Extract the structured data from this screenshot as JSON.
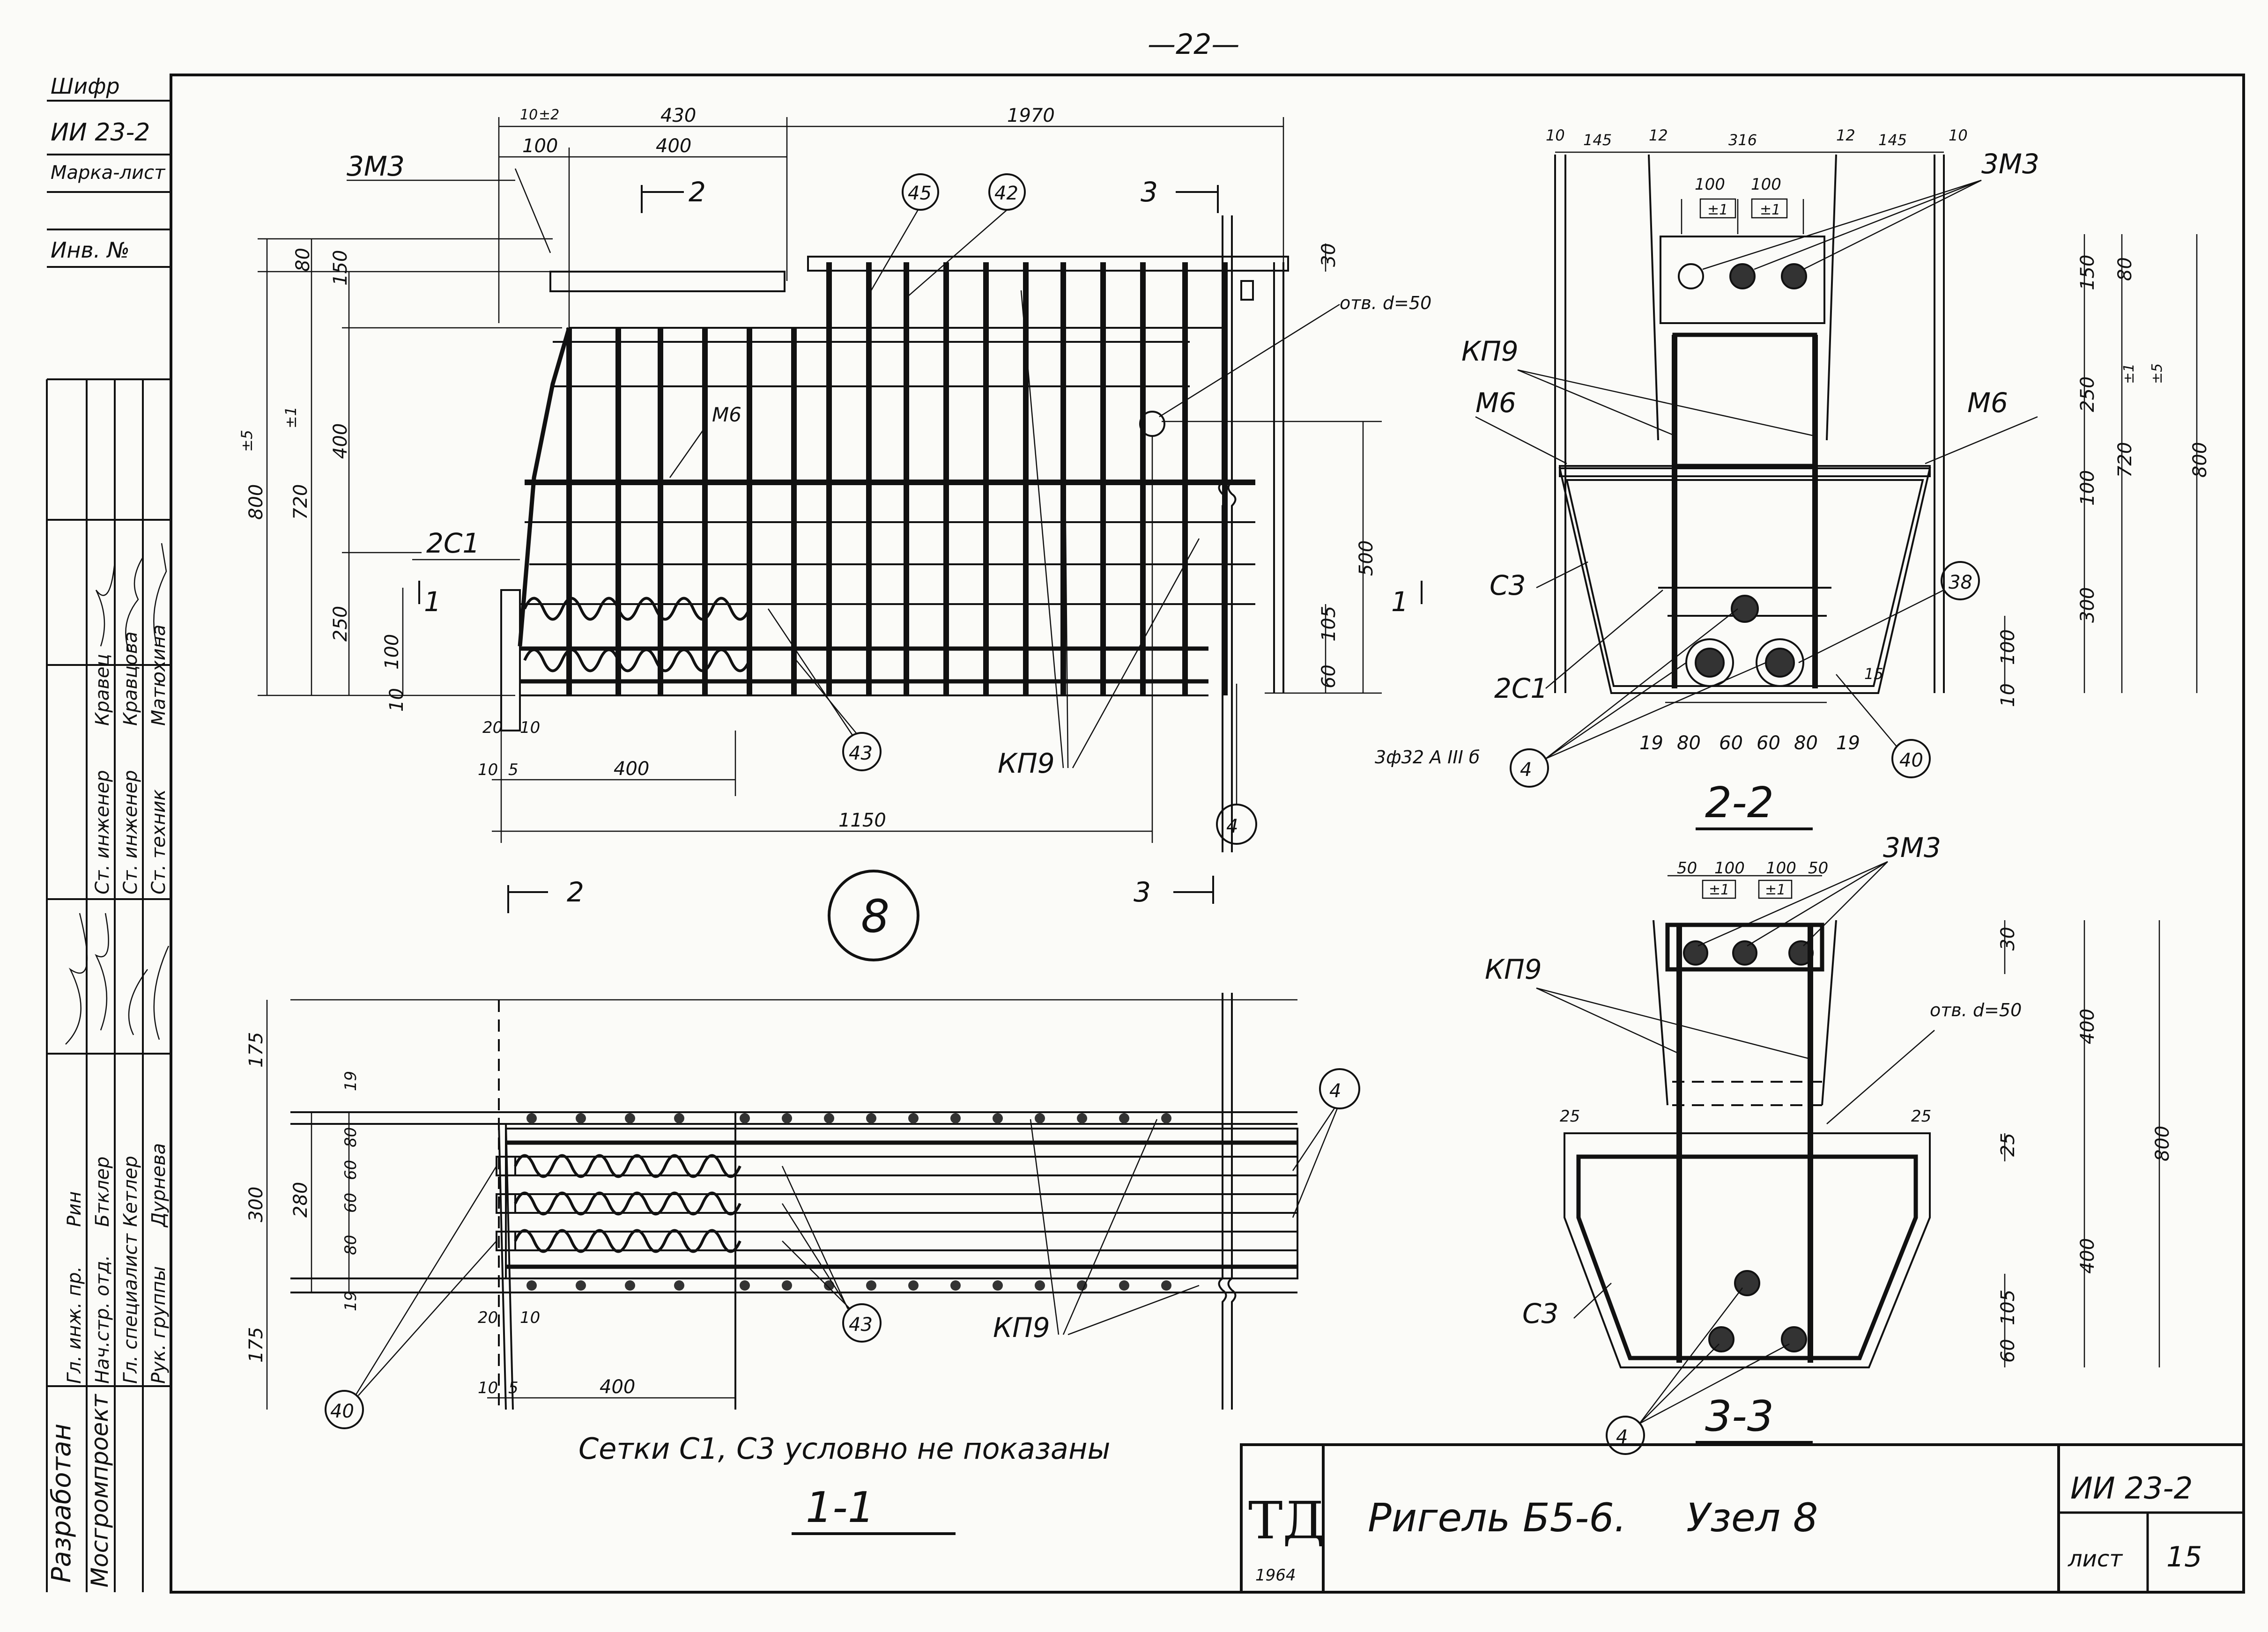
{
  "page": {
    "number": "—22—"
  },
  "side_stamp": {
    "headers": [
      "Шифр",
      "ИИ 23-2",
      "Марка-лист",
      "Инв. №"
    ],
    "org_left": "Разработан",
    "org_right": "Мосгромпроект",
    "roles": [
      "Гл. инж. пр.",
      "Нач.стр. отд.",
      "Гл. специалист",
      "Рук. группы",
      "Ст. инженер",
      "Ст. инженер",
      "Ст. техник"
    ],
    "names": [
      "Рин",
      "Бтклер",
      "Кетлер",
      "Дурнева",
      "Кравец",
      "Кравцова",
      "Матюхина"
    ]
  },
  "view8": {
    "node_number": "8",
    "labels": {
      "zm3": "3М3",
      "m6": "М6",
      "c21": "2С1",
      "kp9": "КП9",
      "hole": "отв. d=50",
      "sec1": "1",
      "sec2": "2",
      "sec3": "3"
    },
    "callouts": [
      "45",
      "42",
      "43",
      "4"
    ],
    "dims_top": [
      "10",
      "±2",
      "430",
      "1970",
      "100",
      "400"
    ],
    "dims_left": [
      "80",
      "150",
      "±5",
      "±1",
      "800",
      "720",
      "400",
      "250",
      "100",
      "10"
    ],
    "dims_right": [
      "30",
      "500",
      "105",
      "60"
    ],
    "dims_bottom": [
      "20",
      "10",
      "10",
      "5",
      "400",
      "1150"
    ]
  },
  "section22": {
    "label": "2-2",
    "labels": {
      "zm3": "3М3",
      "kp9": "КП9",
      "m6_left": "М6",
      "m6_right": "М6",
      "c3": "С3",
      "c21": "2С1",
      "rebar": "3ф32 А ІІІ б"
    },
    "callouts": [
      "38",
      "4",
      "40"
    ],
    "dims_top": [
      "10",
      "145",
      "12",
      "316",
      "12",
      "145",
      "10"
    ],
    "dims_tol": [
      "100",
      "100",
      "±1",
      "±1"
    ],
    "dims_right": [
      "150",
      "80",
      "250",
      "±1",
      "±5",
      "720",
      "800",
      "100",
      "300",
      "100",
      "10",
      "15"
    ],
    "dims_bottom": [
      "19",
      "80",
      "60",
      "60",
      "80",
      "19"
    ]
  },
  "section33": {
    "label": "3-3",
    "labels": {
      "zm3": "3М3",
      "kp9": "КП9",
      "hole": "отв. d=50",
      "c3": "С3"
    },
    "callouts": [
      "4"
    ],
    "dims_top": [
      "50",
      "100",
      "100",
      "50",
      "±1",
      "±1"
    ],
    "dims_sides": [
      "25",
      "25"
    ],
    "dims_right": [
      "30",
      "400",
      "25",
      "800",
      "400",
      "105",
      "60"
    ]
  },
  "section11": {
    "label": "1-1",
    "labels": {
      "kp9": "КП9"
    },
    "callouts": [
      "4",
      "40",
      "43"
    ],
    "dims_left": [
      "175",
      "19",
      "80",
      "60",
      "60",
      "80",
      "300",
      "280",
      "19",
      "175"
    ],
    "dims_bottom": [
      "20",
      "10",
      "10",
      "5",
      "400"
    ],
    "note": "Сетки С1, С3 условно не показаны"
  },
  "title_block": {
    "logo": "ТД",
    "year": "1964",
    "title": "Ригель Б5-6.",
    "subtitle": "Узел 8",
    "code": "ИИ 23-2",
    "sheet_label": "лист",
    "sheet_number": "15"
  }
}
